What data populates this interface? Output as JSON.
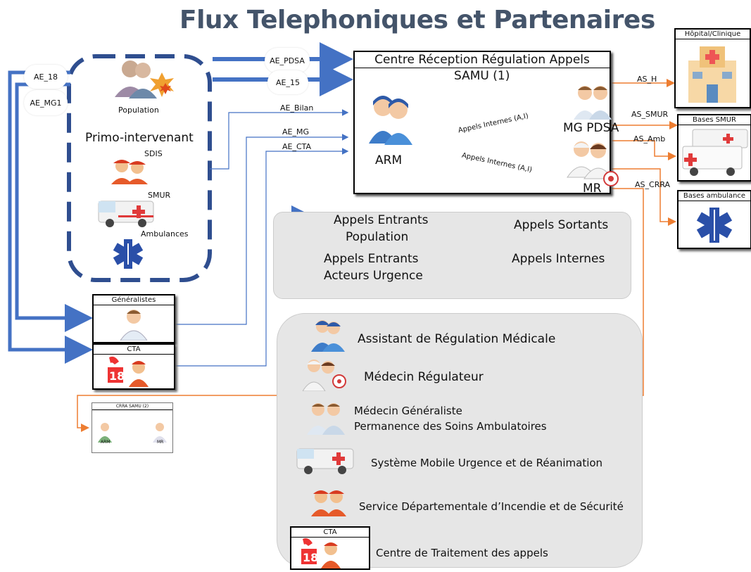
{
  "title": "Flux Telephoniques et Partenaires",
  "center": {
    "header": "Centre Réception Régulation Appels",
    "subtitle": "SAMU (1)",
    "arm": "ARM",
    "mg_pdsa": "MG PDSA",
    "mr": "MR",
    "internal1": "Appels Internes (A,I)",
    "internal2": "Appels Internes (A,I)"
  },
  "incoming": {
    "ae_18": "AE_18",
    "ae_mg1": "AE_MG1",
    "ae_pdsa": "AE_PDSA",
    "ae_15": "AE_15",
    "ae_bilan": "AE_Bilan",
    "ae_mg": "AE_MG",
    "ae_cta": "AE_CTA"
  },
  "outgoing": {
    "as_h": "AS_H",
    "as_smur": "AS_SMUR",
    "as_amb": "AS_Amb",
    "as_crra": "AS_CRRA"
  },
  "left_group": {
    "population": "Population",
    "primo": "Primo-intervenant",
    "sdis": "SDIS",
    "smur": "SMUR",
    "ambulances": "Ambulances"
  },
  "boxes": {
    "generalistes": "Généralistes",
    "cta": "CTA",
    "crra2": "CRRA SAMU (2)",
    "crra2_arm": "ARM",
    "crra2_mr": "MR",
    "hopital": "Hôpital/Clinique",
    "bases_smur": "Bases SMUR",
    "bases_amb": "Bases ambulance"
  },
  "legend": {
    "in_pop_1": "Appels Entrants",
    "in_pop_2": "Population",
    "out": "Appels Sortants",
    "in_act_1": "Appels Entrants",
    "in_act_2": "Acteurs Urgence",
    "internal": "Appels Internes"
  },
  "glossary": [
    "Assistant de Régulation Médicale",
    "Médecin Régulateur",
    "Médecin Généraliste",
    "Permanence des Soins Ambulatoires",
    "Système Mobile Urgence et de Réanimation",
    "Service Départementale d’Incendie et de Sécurité",
    "Centre de Traitement des appels"
  ],
  "glossary_cta": "CTA",
  "colors": {
    "blue": "#4472c4",
    "orange": "#ed7d31",
    "green": "#70ad47",
    "title": "#44546a",
    "legend_bg": "#e6e6e6"
  }
}
